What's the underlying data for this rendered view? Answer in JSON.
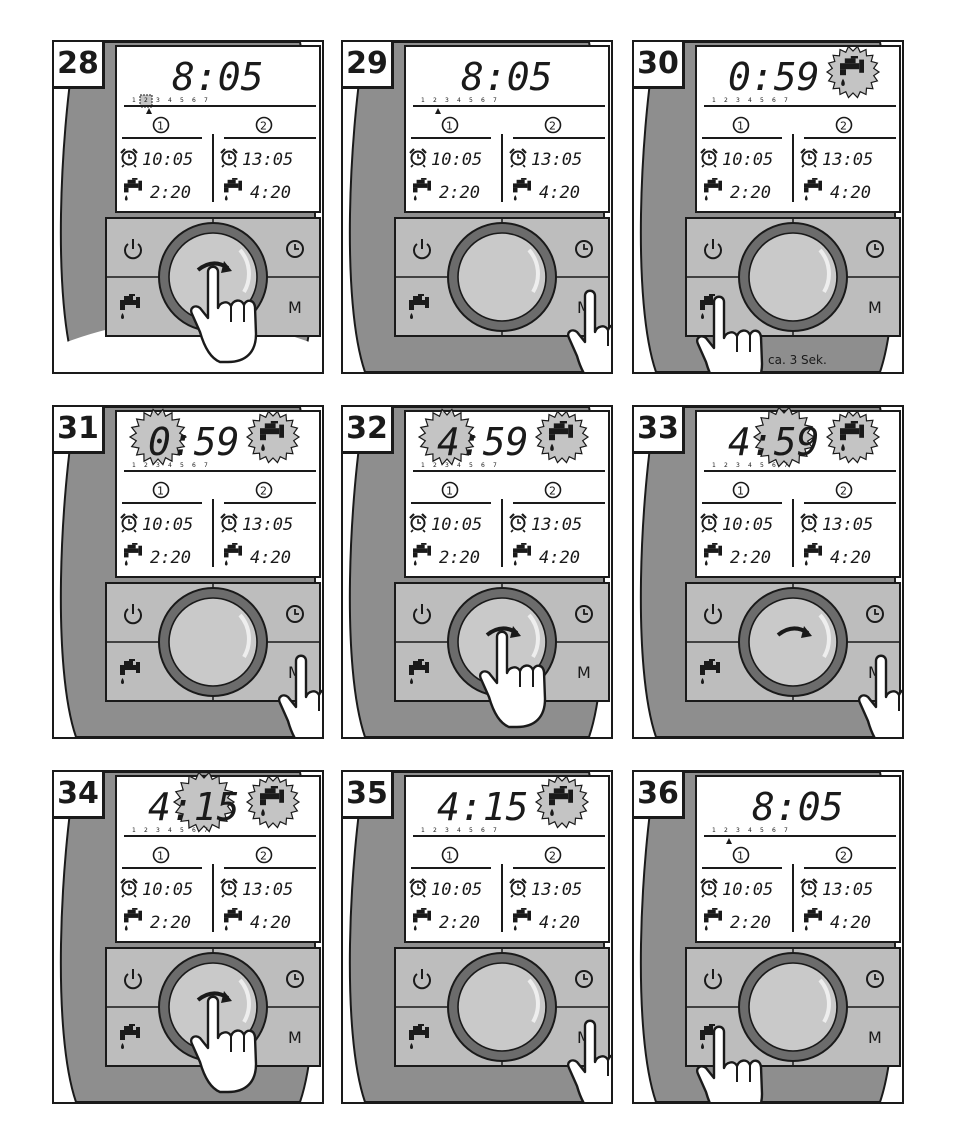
{
  "panels": [
    {
      "number": "28",
      "time": "8:05",
      "colon": ":",
      "day_labels": [
        "1",
        "2",
        "3",
        "4",
        "5",
        "6",
        "7"
      ],
      "prog1": "1",
      "prog2": "2",
      "alarm1": "10:05",
      "alarm2": "13:05",
      "water1": "2:20",
      "water2": "4:20",
      "m_label": "M",
      "note": "",
      "flash": "day",
      "hand": "knob",
      "rotate_arrow": true,
      "tap_icon": false,
      "day_marker": true
    },
    {
      "number": "29",
      "time": "8:05",
      "colon": ":",
      "day_labels": [
        "1",
        "2",
        "3",
        "4",
        "5",
        "6",
        "7"
      ],
      "prog1": "1",
      "prog2": "2",
      "alarm1": "10:05",
      "alarm2": "13:05",
      "water1": "2:20",
      "water2": "4:20",
      "m_label": "M",
      "note": "",
      "flash": "none",
      "hand": "m",
      "rotate_arrow": false,
      "tap_icon": false,
      "day_marker": true
    },
    {
      "number": "30",
      "time": "0:59",
      "colon": ":",
      "day_labels": [
        "1",
        "2",
        "3",
        "4",
        "5",
        "6",
        "7"
      ],
      "prog1": "1",
      "prog2": "2",
      "alarm1": "10:05",
      "alarm2": "13:05",
      "water1": "2:20",
      "water2": "4:20",
      "m_label": "M",
      "note": "ca. 3 Sek.",
      "flash": "tap",
      "hand": "tap",
      "rotate_arrow": false,
      "tap_icon": true,
      "day_marker": false
    },
    {
      "number": "31",
      "time": "0:59",
      "colon": "",
      "day_labels": [
        "1",
        "2",
        "3",
        "4",
        "5",
        "6",
        "7"
      ],
      "prog1": "1",
      "prog2": "2",
      "alarm1": "10:05",
      "alarm2": "13:05",
      "water1": "2:20",
      "water2": "4:20",
      "m_label": "M",
      "note": "",
      "flash": "hours",
      "hand": "m",
      "rotate_arrow": false,
      "tap_icon": true,
      "day_marker": false
    },
    {
      "number": "32",
      "time": "4:59",
      "colon": "",
      "day_labels": [
        "1",
        "2",
        "3",
        "4",
        "5",
        "6",
        "7"
      ],
      "prog1": "1",
      "prog2": "2",
      "alarm1": "10:05",
      "alarm2": "13:05",
      "water1": "2:20",
      "water2": "4:20",
      "m_label": "M",
      "note": "",
      "flash": "hours",
      "hand": "knob",
      "rotate_arrow": true,
      "tap_icon": true,
      "day_marker": false
    },
    {
      "number": "33",
      "time": "4:59",
      "colon": "",
      "day_labels": [
        "1",
        "2",
        "3",
        "4",
        "5",
        "6",
        "7"
      ],
      "prog1": "1",
      "prog2": "2",
      "alarm1": "10:05",
      "alarm2": "13:05",
      "water1": "2:20",
      "water2": "4:20",
      "m_label": "M",
      "note": "",
      "flash": "minutes",
      "hand": "m",
      "rotate_arrow": true,
      "tap_icon": true,
      "day_marker": false
    },
    {
      "number": "34",
      "time": "4:15",
      "colon": "",
      "day_labels": [
        "1",
        "2",
        "3",
        "4",
        "5",
        "6",
        "7"
      ],
      "prog1": "1",
      "prog2": "2",
      "alarm1": "10:05",
      "alarm2": "13:05",
      "water1": "2:20",
      "water2": "4:20",
      "m_label": "M",
      "note": "",
      "flash": "minutes",
      "hand": "knob",
      "rotate_arrow": true,
      "tap_icon": true,
      "day_marker": false
    },
    {
      "number": "35",
      "time": "4:15",
      "colon": ":",
      "day_labels": [
        "1",
        "2",
        "3",
        "4",
        "5",
        "6",
        "7"
      ],
      "prog1": "1",
      "prog2": "2",
      "alarm1": "10:05",
      "alarm2": "13:05",
      "water1": "2:20",
      "water2": "4:20",
      "m_label": "M",
      "note": "",
      "flash": "tap",
      "hand": "m",
      "rotate_arrow": false,
      "tap_icon": true,
      "day_marker": false
    },
    {
      "number": "36",
      "time": "8:05",
      "colon": ":",
      "day_labels": [
        "1",
        "2",
        "3",
        "4",
        "5",
        "6",
        "7"
      ],
      "prog1": "1",
      "prog2": "2",
      "alarm1": "10:05",
      "alarm2": "13:05",
      "water1": "2:20",
      "water2": "4:20",
      "m_label": "M",
      "note": "",
      "flash": "none",
      "hand": "tap",
      "rotate_arrow": false,
      "tap_icon": false,
      "day_marker": true
    }
  ],
  "colors": {
    "outline": "#1a1a1a",
    "housing": "#8e8e8e",
    "button": "#bdbdbd",
    "lcd": "#ffffff",
    "knob_ring": "#6c6c6c",
    "knob_face": "#c9c9c9",
    "flash": "#c4c4c4"
  }
}
